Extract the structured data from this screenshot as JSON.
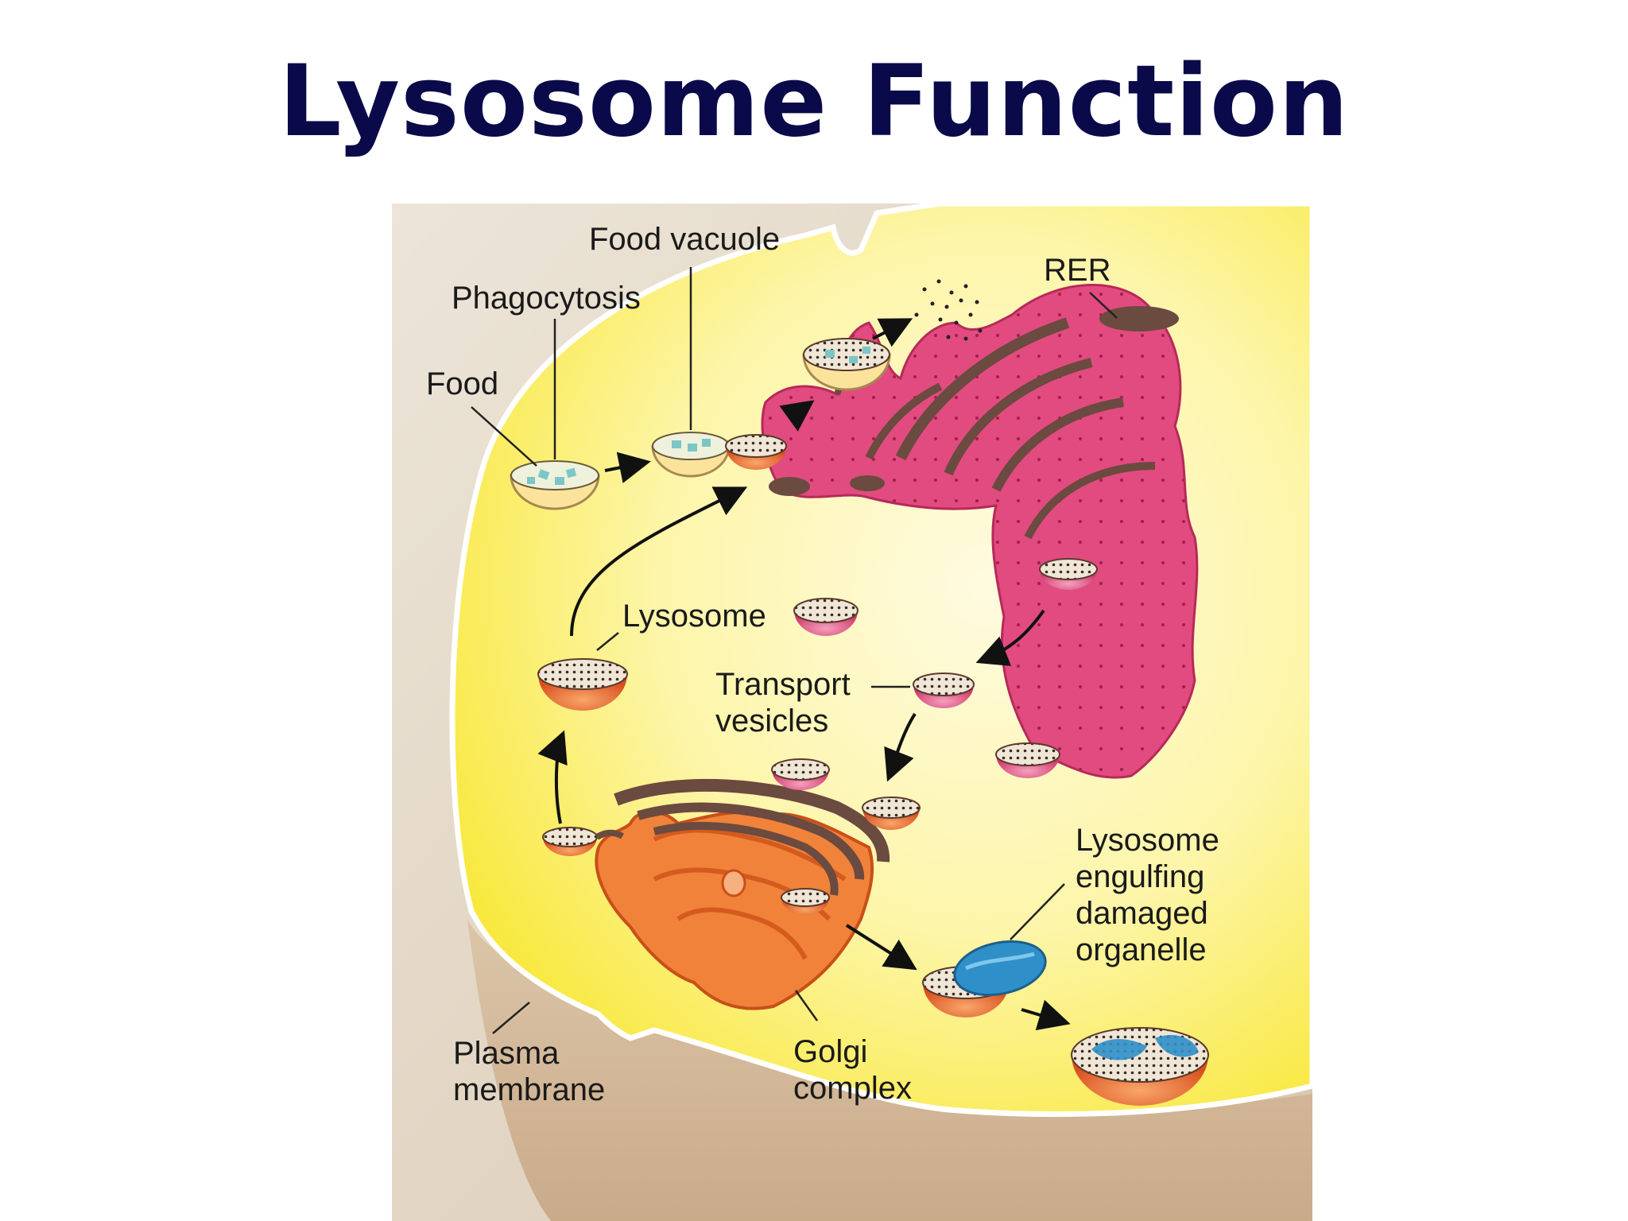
{
  "slide": {
    "title": "Lysosome Function"
  },
  "diagram": {
    "labels": {
      "food_vacuole": "Food vacuole",
      "phagocytosis": "Phagocytosis",
      "food": "Food",
      "rer": "RER",
      "lysosome": "Lysosome",
      "transport_vesicles_1": "Transport",
      "transport_vesicles_2": "vesicles",
      "lysosome_engulfing_1": "Lysosome",
      "lysosome_engulfing_2": "engulfing",
      "lysosome_engulfing_3": "damaged",
      "lysosome_engulfing_4": "organelle",
      "plasma_membrane_1": "Plasma",
      "plasma_membrane_2": "membrane",
      "golgi_complex_1": "Golgi",
      "golgi_complex_2": "complex"
    },
    "colors": {
      "cytoplasm": "#fbef4e",
      "cytoplasm_light": "#fdf7b8",
      "exterior": "#e6ddd0",
      "rer": "#e0457a",
      "golgi": "#f07a2e",
      "lysosome_rim": "#e8683a",
      "mitochondrion": "#2f8fc8",
      "title": "#0a0a4a"
    }
  }
}
